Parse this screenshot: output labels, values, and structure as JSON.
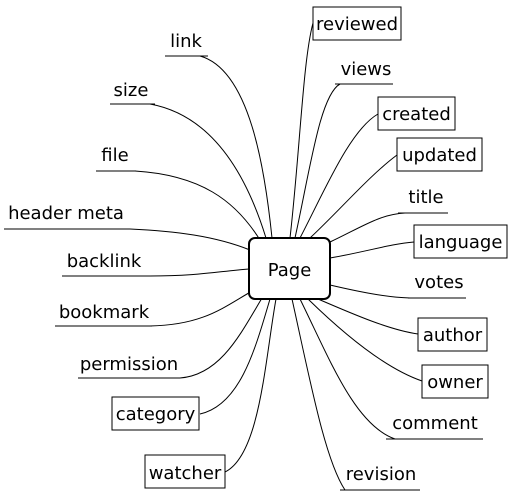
{
  "center": {
    "label": "Page"
  },
  "nodes": [
    {
      "id": "link",
      "label": "link",
      "boxed": false
    },
    {
      "id": "size",
      "label": "size",
      "boxed": false
    },
    {
      "id": "file",
      "label": "file",
      "boxed": false
    },
    {
      "id": "header-meta",
      "label": "header meta",
      "boxed": false
    },
    {
      "id": "backlink",
      "label": "backlink",
      "boxed": false
    },
    {
      "id": "bookmark",
      "label": "bookmark",
      "boxed": false
    },
    {
      "id": "permission",
      "label": "permission",
      "boxed": false
    },
    {
      "id": "category",
      "label": "category",
      "boxed": true
    },
    {
      "id": "watcher",
      "label": "watcher",
      "boxed": true
    },
    {
      "id": "reviewed",
      "label": "reviewed",
      "boxed": true
    },
    {
      "id": "views",
      "label": "views",
      "boxed": false
    },
    {
      "id": "created",
      "label": "created",
      "boxed": true
    },
    {
      "id": "updated",
      "label": "updated",
      "boxed": true
    },
    {
      "id": "title",
      "label": "title",
      "boxed": false
    },
    {
      "id": "language",
      "label": "language",
      "boxed": true
    },
    {
      "id": "votes",
      "label": "votes",
      "boxed": false
    },
    {
      "id": "author",
      "label": "author",
      "boxed": true
    },
    {
      "id": "owner",
      "label": "owner",
      "boxed": true
    },
    {
      "id": "comment",
      "label": "comment",
      "boxed": false
    },
    {
      "id": "revision",
      "label": "revision",
      "boxed": false
    }
  ]
}
